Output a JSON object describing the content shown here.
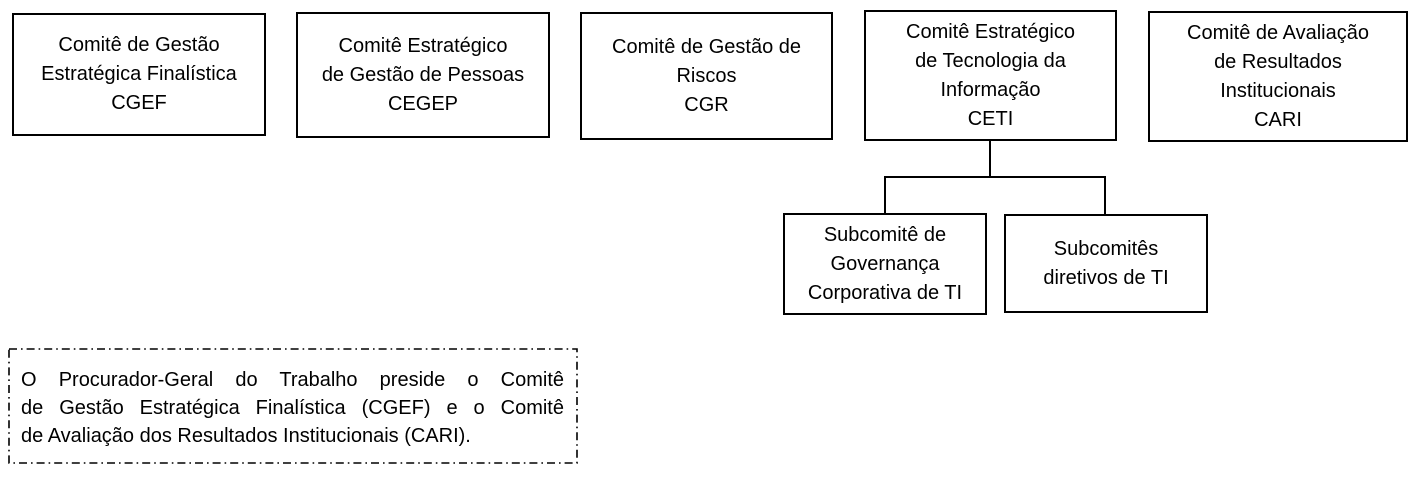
{
  "diagram": {
    "committees": [
      {
        "id": "cgef",
        "acronym": "CGEF",
        "lines": [
          "Comitê de Gestão",
          "Estratégica Finalística",
          "CGEF"
        ]
      },
      {
        "id": "cegep",
        "acronym": "CEGEP",
        "lines": [
          "Comitê Estratégico",
          "de Gestão de Pessoas",
          "CEGEP"
        ]
      },
      {
        "id": "cgr",
        "acronym": "CGR",
        "lines": [
          "Comitê de Gestão de",
          "Riscos",
          "CGR"
        ]
      },
      {
        "id": "ceti",
        "acronym": "CETI",
        "lines": [
          "Comitê Estratégico",
          "de Tecnologia da",
          "Informação",
          "CETI"
        ]
      },
      {
        "id": "cari",
        "acronym": "CARI",
        "lines": [
          "Comitê de Avaliação",
          "de Resultados",
          "Institucionais",
          "CARI"
        ]
      }
    ],
    "subcommittees": [
      {
        "id": "subcomite-governanca-ti",
        "parent": "CETI",
        "lines": [
          "Subcomitê de",
          "Governança",
          "Corporativa de TI"
        ]
      },
      {
        "id": "subcomites-diretivos-ti",
        "parent": "CETI",
        "lines": [
          "Subcomitês",
          "diretivos de TI"
        ]
      }
    ],
    "note": {
      "full_text": "O Procurador-Geral do Trabalho preside o Comitê de Gestão Estratégica Finalística (CGEF) e o Comitê de Avaliação dos Resultados Institucionais (CARI).",
      "lines": [
        "O Procurador-Geral do Trabalho preside o Comitê",
        "de Gestão Estratégica Finalística (CGEF) e o Comitê",
        "de Avaliação dos Resultados Institucionais (CARI)."
      ]
    },
    "colors": {
      "border": "#000000",
      "line": "#000000",
      "text": "#000000",
      "background": "#ffffff"
    }
  }
}
